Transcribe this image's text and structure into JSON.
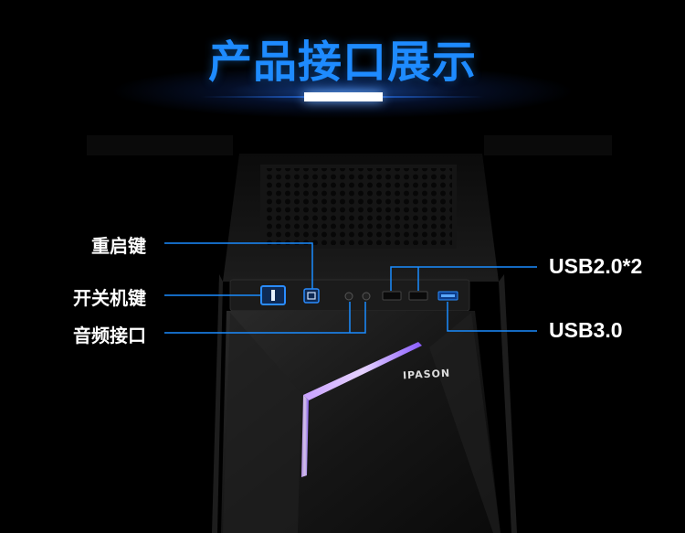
{
  "heading": {
    "title": "产品接口展示"
  },
  "callouts": {
    "restart": "重启键",
    "power": "开关机键",
    "audio": "音频接口",
    "usb2": "USB2.0*2",
    "usb3": "USB3.0"
  },
  "brand": {
    "logo_text": "IPASON"
  },
  "colors": {
    "accent": "#1e8bff",
    "leader_line": "#1a8cff",
    "background": "#000000",
    "led": "#b48cff"
  }
}
